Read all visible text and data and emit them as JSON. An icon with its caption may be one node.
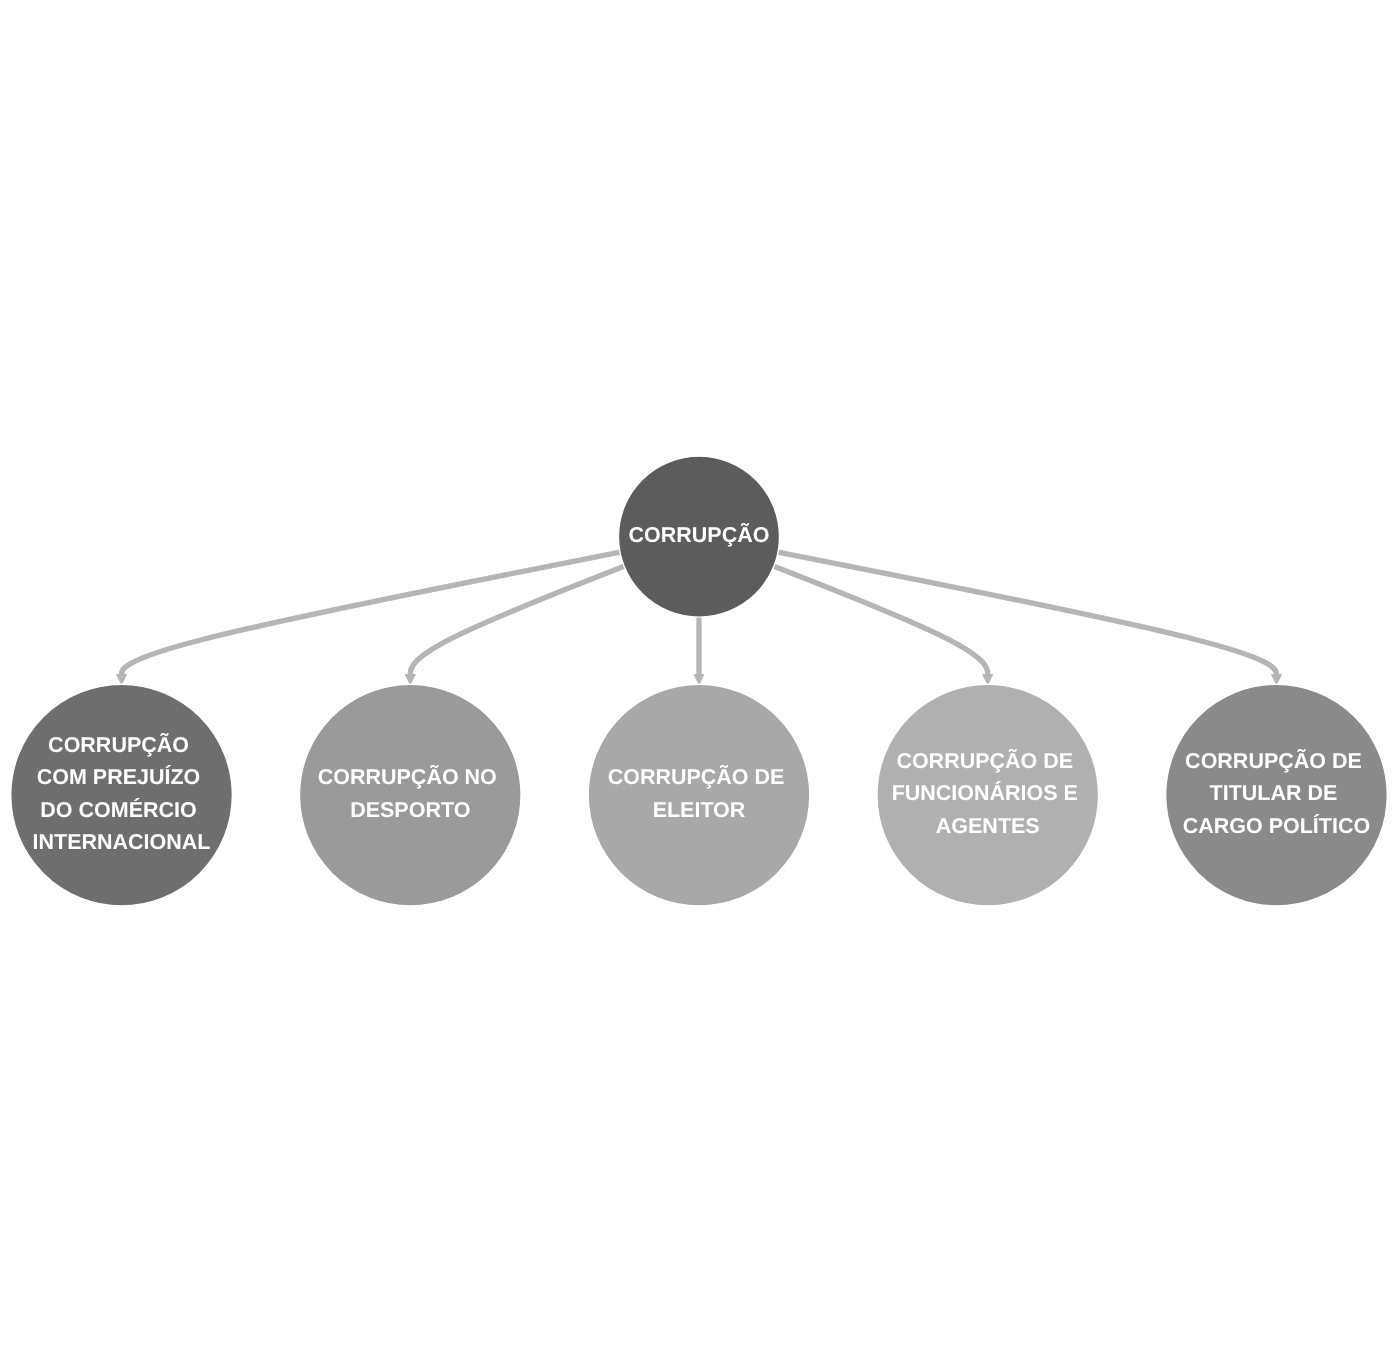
{
  "diagram": {
    "nodes": [
      {
        "text": [
          "CORRUPÇÃO COM PREJUÍZO DO COMÉRCIO INTERNACIONAL"
        ]
      },
      {
        "text": [
          "CORRUPÇÃO DE TITULAR DE CARGO POLÍTICO"
        ]
      },
      {
        "text": [
          "CORRUPÇÃO"
        ]
      },
      {
        "text": [
          "CORRUPÇÃO NO DESPORTO"
        ]
      },
      {
        "text": [
          "CORRUPÇÃO DE FUNCIONÁRIOS E AGENTES"
        ]
      },
      {
        "text": [
          "CORRUPÇÃO DE ELEITOR"
        ]
      }
    ],
    "edges": [
      {
        "from": 2,
        "to": 0,
        "arrow": "to"
      },
      {
        "from": 2,
        "to": 3,
        "arrow": "to"
      },
      {
        "from": 2,
        "to": 5,
        "arrow": "to"
      },
      {
        "from": 2,
        "to": 4,
        "arrow": "to"
      },
      {
        "from": 2,
        "to": 1,
        "arrow": "to"
      }
    ]
  }
}
